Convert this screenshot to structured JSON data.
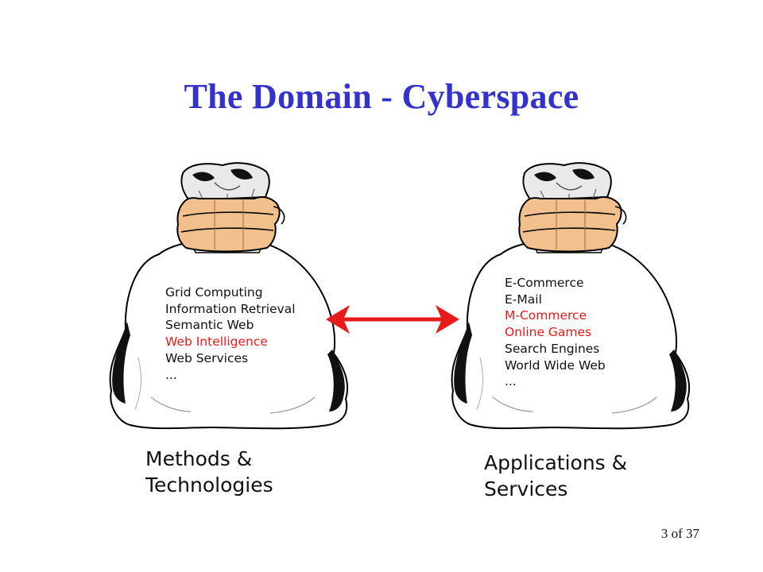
{
  "title": "The Domain - Cyberspace",
  "left_bag": {
    "items": [
      {
        "text": "Grid Computing",
        "highlight": false
      },
      {
        "text": "Information Retrieval",
        "highlight": false
      },
      {
        "text": "Semantic Web",
        "highlight": false
      },
      {
        "text": "Web Intelligence",
        "highlight": true
      },
      {
        "text": "Web Services",
        "highlight": false
      },
      {
        "text": "...",
        "highlight": false
      }
    ],
    "caption_line1": "Methods &",
    "caption_line2": "Technologies"
  },
  "right_bag": {
    "items": [
      {
        "text": "E-Commerce",
        "highlight": false
      },
      {
        "text": "E-Mail",
        "highlight": false
      },
      {
        "text": "M-Commerce",
        "highlight": true
      },
      {
        "text": "Online Games",
        "highlight": true
      },
      {
        "text": "Search Engines",
        "highlight": false
      },
      {
        "text": "World Wide Web",
        "highlight": false
      },
      {
        "text": "...",
        "highlight": false
      }
    ],
    "caption_line1": "Applications &",
    "caption_line2": "Services"
  },
  "connector": {
    "type": "double-headed-arrow",
    "color": "#e81a1a"
  },
  "page_number": "3 of 37",
  "colors": {
    "title": "#3333cc",
    "text": "#111111",
    "highlight": "#e81a1a",
    "hand": "#f2c08c",
    "bag": "#ffffff"
  }
}
